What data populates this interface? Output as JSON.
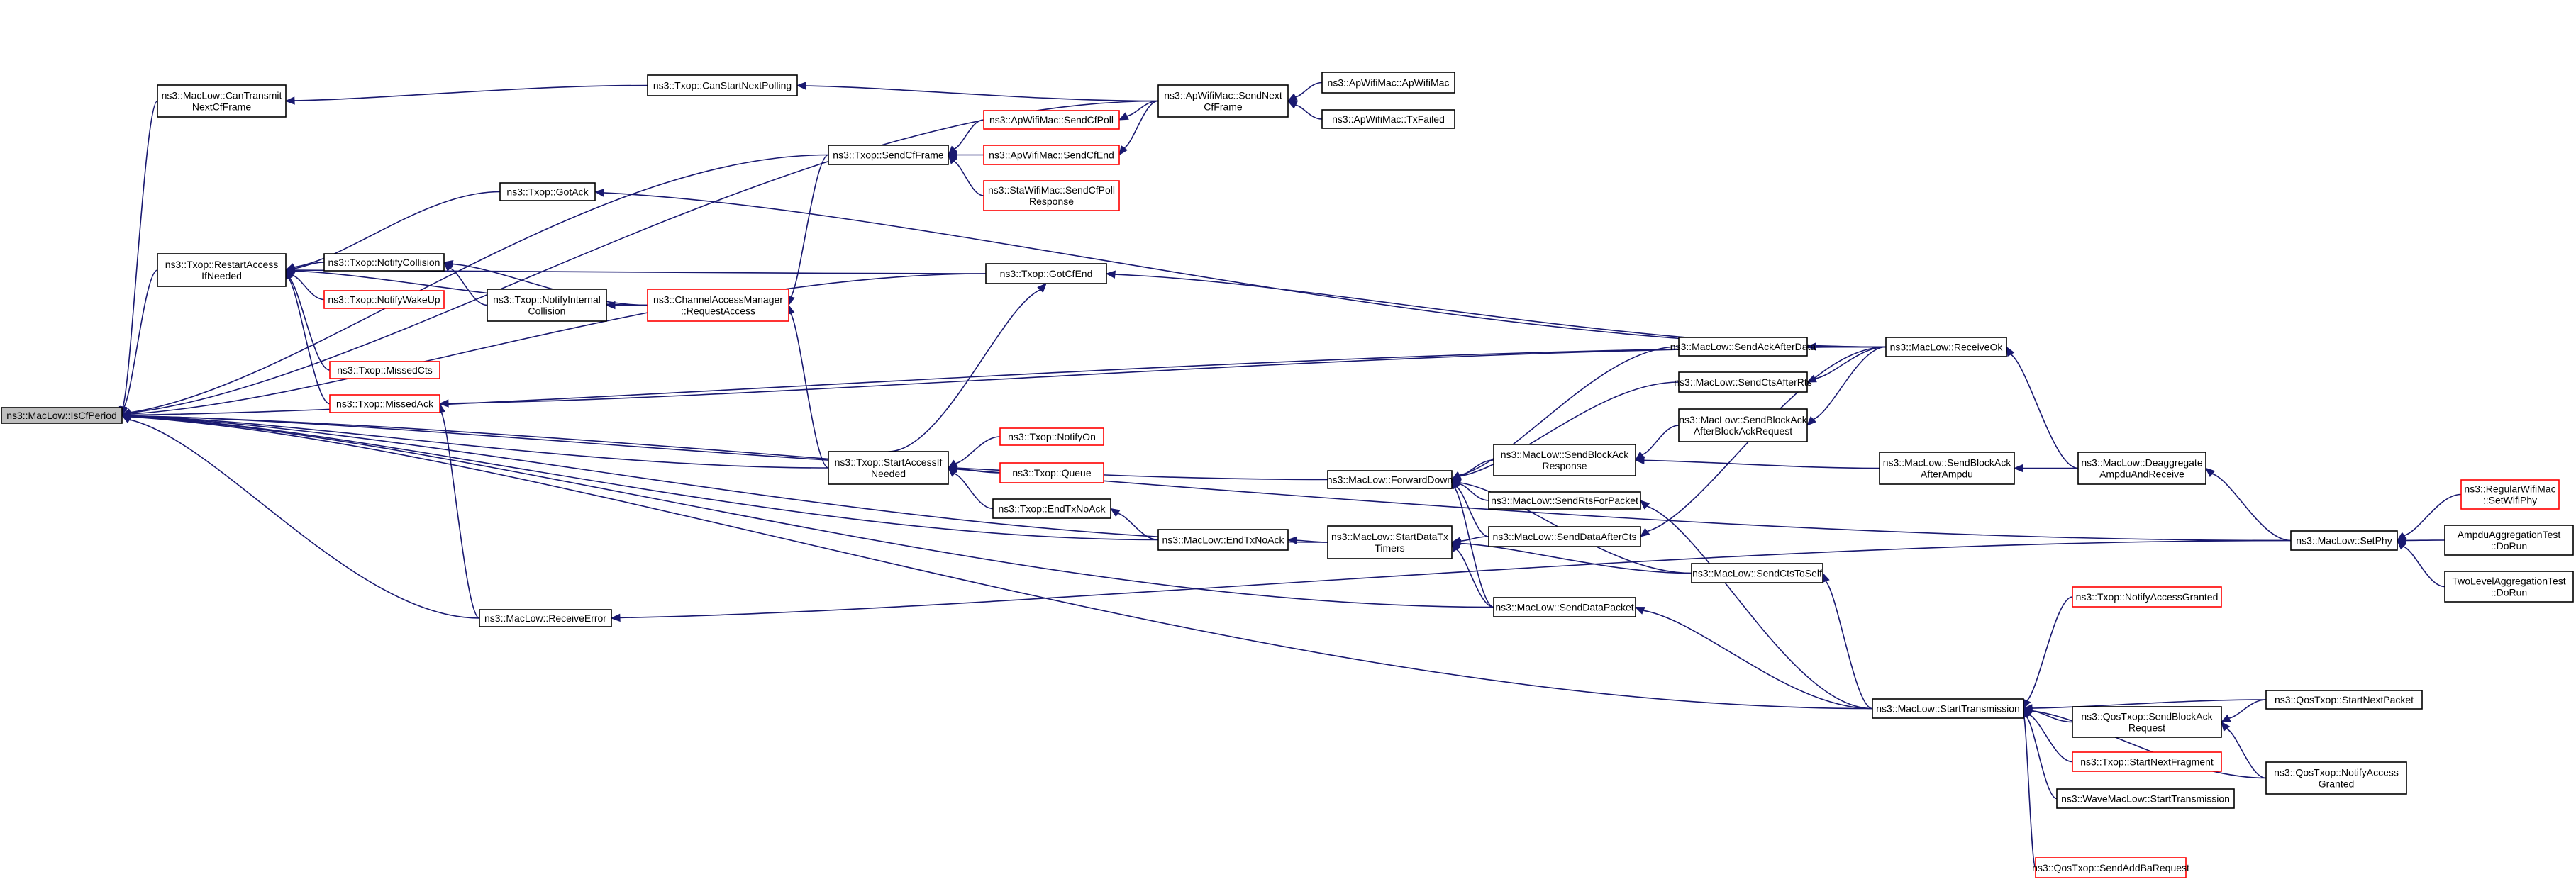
{
  "colors": {
    "edge": "#191970",
    "node_border": "#000000",
    "truncated_border": "#ff0000",
    "root_fill": "#bfbfbf",
    "background": "#ffffff"
  },
  "nodes": [
    {
      "id": "root",
      "lines": [
        "ns3::MacLow::IsCfPeriod"
      ],
      "red": false,
      "root": true
    },
    {
      "id": "canTransmit",
      "lines": [
        "ns3::MacLow::CanTransmit",
        "NextCfFrame"
      ],
      "red": false
    },
    {
      "id": "restartAccess",
      "lines": [
        "ns3::Txop::RestartAccess",
        "IfNeeded"
      ],
      "red": false
    },
    {
      "id": "missedCts",
      "lines": [
        "ns3::Txop::MissedCts"
      ],
      "red": true
    },
    {
      "id": "missedAck",
      "lines": [
        "ns3::Txop::MissedAck"
      ],
      "red": true
    },
    {
      "id": "receiveError",
      "lines": [
        "ns3::MacLow::ReceiveError"
      ],
      "red": false
    },
    {
      "id": "gotAck",
      "lines": [
        "ns3::Txop::GotAck"
      ],
      "red": false
    },
    {
      "id": "notifyCollision",
      "lines": [
        "ns3::Txop::NotifyCollision"
      ],
      "red": false
    },
    {
      "id": "notifyWakeUp",
      "lines": [
        "ns3::Txop::NotifyWakeUp"
      ],
      "red": true
    },
    {
      "id": "notifyInternal",
      "lines": [
        "ns3::Txop::NotifyInternal",
        "Collision"
      ],
      "red": false
    },
    {
      "id": "canStartNext",
      "lines": [
        "ns3::Txop::CanStartNextPolling"
      ],
      "red": false
    },
    {
      "id": "requestAccess",
      "lines": [
        "ns3::ChannelAccessManager",
        "::RequestAccess"
      ],
      "red": true
    },
    {
      "id": "sendCfFrame",
      "lines": [
        "ns3::Txop::SendCfFrame"
      ],
      "red": false
    },
    {
      "id": "startAccess",
      "lines": [
        "ns3::Txop::StartAccessIf",
        "Needed"
      ],
      "red": false
    },
    {
      "id": "gotCfEnd",
      "lines": [
        "ns3::Txop::GotCfEnd"
      ],
      "red": false
    },
    {
      "id": "notifyOn",
      "lines": [
        "ns3::Txop::NotifyOn"
      ],
      "red": true
    },
    {
      "id": "queue",
      "lines": [
        "ns3::Txop::Queue"
      ],
      "red": true
    },
    {
      "id": "endTxNoAckTxop",
      "lines": [
        "ns3::Txop::EndTxNoAck"
      ],
      "red": false
    },
    {
      "id": "apSendCfPoll",
      "lines": [
        "ns3::ApWifiMac::SendCfPoll"
      ],
      "red": true
    },
    {
      "id": "apSendCfEnd",
      "lines": [
        "ns3::ApWifiMac::SendCfEnd"
      ],
      "red": true
    },
    {
      "id": "staSendCfPoll",
      "lines": [
        "ns3::StaWifiMac::SendCfPoll",
        "Response"
      ],
      "red": true
    },
    {
      "id": "sendNextCf",
      "lines": [
        "ns3::ApWifiMac::SendNext",
        "CfFrame"
      ],
      "red": false
    },
    {
      "id": "apWifiMac",
      "lines": [
        "ns3::ApWifiMac::ApWifiMac"
      ],
      "red": false
    },
    {
      "id": "txFailed",
      "lines": [
        "ns3::ApWifiMac::TxFailed"
      ],
      "red": false
    },
    {
      "id": "endTxNoAckMac",
      "lines": [
        "ns3::MacLow::EndTxNoAck"
      ],
      "red": false
    },
    {
      "id": "forwardDown",
      "lines": [
        "ns3::MacLow::ForwardDown"
      ],
      "red": false
    },
    {
      "id": "startDataTx",
      "lines": [
        "ns3::MacLow::StartDataTx",
        "Timers"
      ],
      "red": false
    },
    {
      "id": "sendBlockAckResp",
      "lines": [
        "ns3::MacLow::SendBlockAck",
        "Response"
      ],
      "red": false
    },
    {
      "id": "sendRtsForPacket",
      "lines": [
        "ns3::MacLow::SendRtsForPacket"
      ],
      "red": false
    },
    {
      "id": "sendDataAfterCts",
      "lines": [
        "ns3::MacLow::SendDataAfterCts"
      ],
      "red": false
    },
    {
      "id": "sendDataPacket",
      "lines": [
        "ns3::MacLow::SendDataPacket"
      ],
      "red": false
    },
    {
      "id": "sendAckAfterData",
      "lines": [
        "ns3::MacLow::SendAckAfterData"
      ],
      "red": false
    },
    {
      "id": "sendCtsAfterRts",
      "lines": [
        "ns3::MacLow::SendCtsAfterRts"
      ],
      "red": false
    },
    {
      "id": "sendBlockAckAfterReq",
      "lines": [
        "ns3::MacLow::SendBlockAck",
        "AfterBlockAckRequest"
      ],
      "red": false
    },
    {
      "id": "sendCtsToSelf",
      "lines": [
        "ns3::MacLow::SendCtsToSelf"
      ],
      "red": false
    },
    {
      "id": "receiveOk",
      "lines": [
        "ns3::MacLow::ReceiveOk"
      ],
      "red": false
    },
    {
      "id": "sendBlockAckAfterAmpdu",
      "lines": [
        "ns3::MacLow::SendBlockAck",
        "AfterAmpdu"
      ],
      "red": false
    },
    {
      "id": "deaggregate",
      "lines": [
        "ns3::MacLow::Deaggregate",
        "AmpduAndReceive"
      ],
      "red": false
    },
    {
      "id": "setPhy",
      "lines": [
        "ns3::MacLow::SetPhy"
      ],
      "red": false
    },
    {
      "id": "regularSetWifiPhy",
      "lines": [
        "ns3::RegularWifiMac",
        "::SetWifiPhy"
      ],
      "red": true
    },
    {
      "id": "ampduTest",
      "lines": [
        "AmpduAggregationTest",
        "::DoRun"
      ],
      "red": false
    },
    {
      "id": "twoLevelTest",
      "lines": [
        "TwoLevelAggregationTest",
        "::DoRun"
      ],
      "red": false
    },
    {
      "id": "startTransmission",
      "lines": [
        "ns3::MacLow::StartTransmission"
      ],
      "red": false
    },
    {
      "id": "notifyAccessGranted",
      "lines": [
        "ns3::Txop::NotifyAccessGranted"
      ],
      "red": true
    },
    {
      "id": "qosSendBlockAckReq",
      "lines": [
        "ns3::QosTxop::SendBlockAck",
        "Request"
      ],
      "red": false
    },
    {
      "id": "startNextFragment",
      "lines": [
        "ns3::Txop::StartNextFragment"
      ],
      "red": true
    },
    {
      "id": "waveStartTransmission",
      "lines": [
        "ns3::WaveMacLow::StartTransmission"
      ],
      "red": false
    },
    {
      "id": "sendAddBaRequest",
      "lines": [
        "ns3::QosTxop::SendAddBaRequest"
      ],
      "red": true
    },
    {
      "id": "qosStartNextPacket",
      "lines": [
        "ns3::QosTxop::StartNextPacket"
      ],
      "red": false
    },
    {
      "id": "qosNotifyAccessGranted",
      "lines": [
        "ns3::QosTxop::NotifyAccess",
        "Granted"
      ],
      "red": false
    }
  ]
}
